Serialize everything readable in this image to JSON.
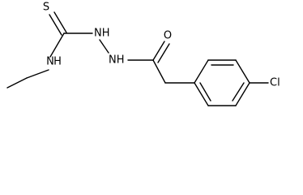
{
  "molecule": {
    "atoms": {
      "sulfur": "S",
      "thioamide_nh_upper": "NH",
      "thioamide_nh_lower": "NH",
      "ethyl_nh": "N",
      "ethyl_nh_h": "H",
      "oxygen": "O",
      "chlorine": "Cl"
    }
  }
}
